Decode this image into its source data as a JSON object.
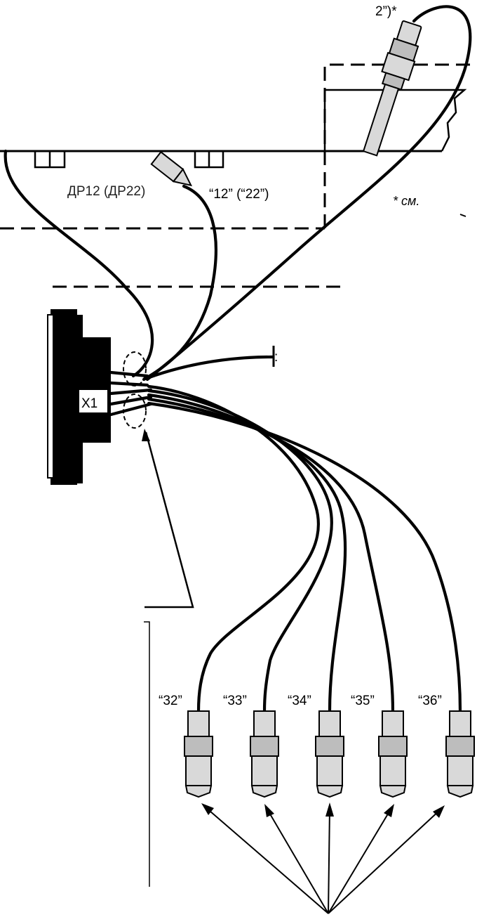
{
  "labels": {
    "top_sensor": "2”)*",
    "sensor_1222": "“12” (“22”)",
    "sensor_dr": "ДР12 (ДР22)",
    "note": "* см.",
    "connector": "X1"
  },
  "connectors": [
    {
      "label": "“32”"
    },
    {
      "label": "“33”"
    },
    {
      "label": "“34”"
    },
    {
      "label": "“35”"
    },
    {
      "label": "“36”"
    }
  ]
}
